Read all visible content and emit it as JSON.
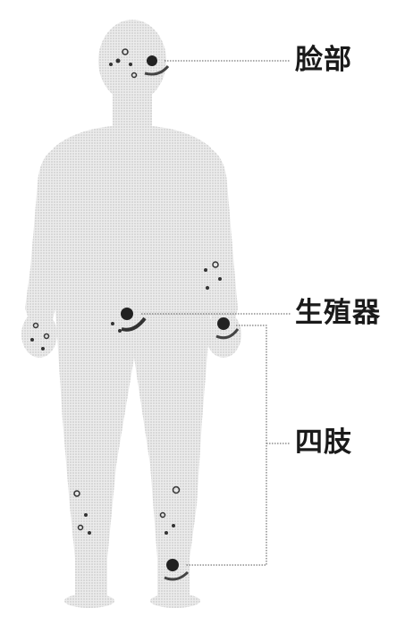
{
  "labels": {
    "face": "脸部",
    "genitals": "生殖器",
    "limbs": "四肢"
  },
  "colors": {
    "body_fill": "#e4e4e4",
    "lesion": "#222222",
    "leader_line": "#555555",
    "text": "#1a1a1a"
  }
}
